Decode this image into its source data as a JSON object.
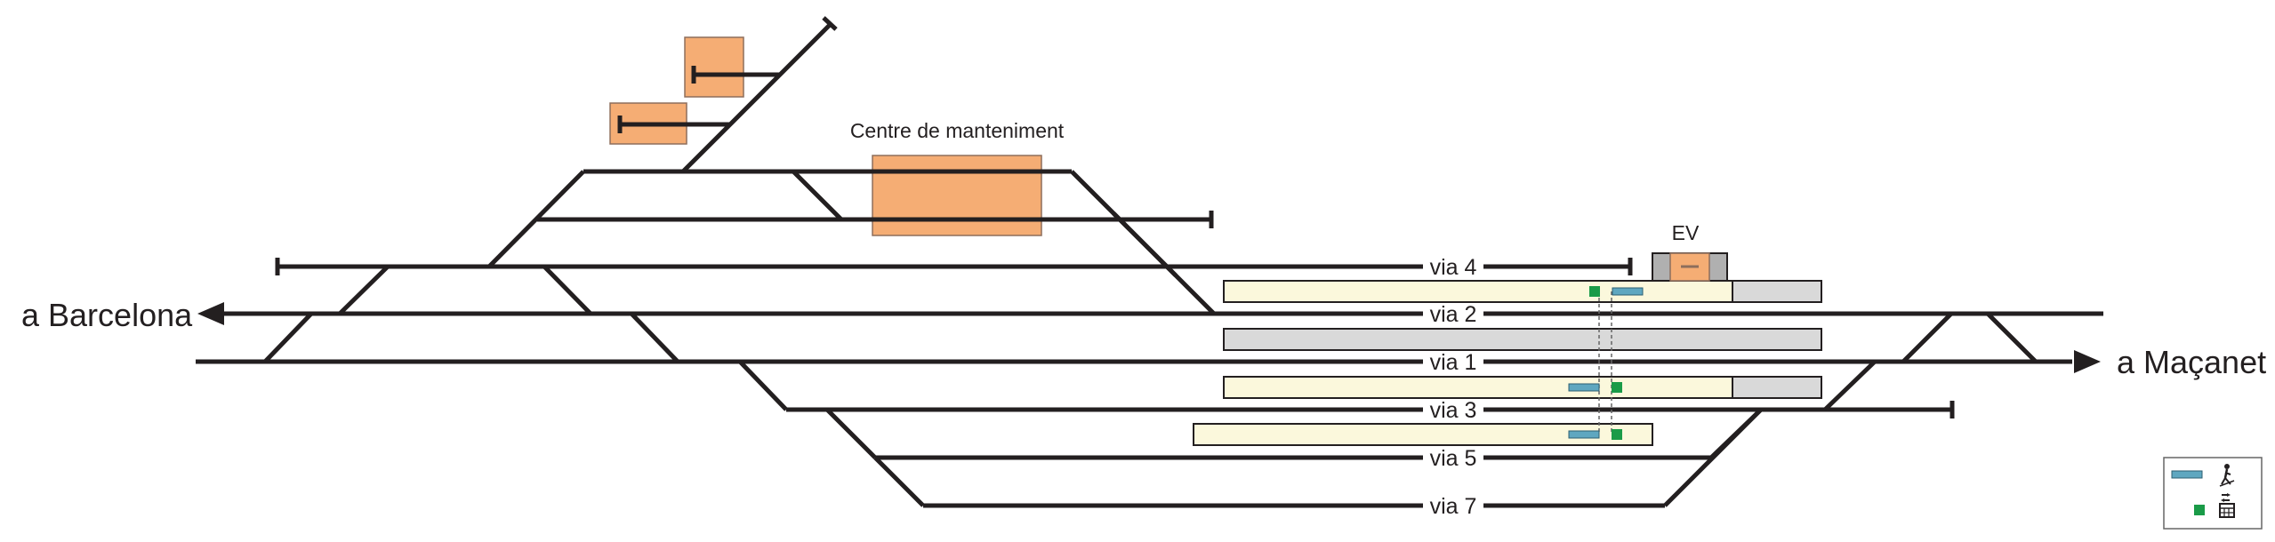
{
  "labels": {
    "maintenance_centre": "Centre de manteniment",
    "ev": "EV",
    "dest_left": "a Barcelona",
    "dest_right": "a Maçanet"
  },
  "tracks": [
    {
      "id": "via4",
      "label": "via 4"
    },
    {
      "id": "via2",
      "label": "via 2"
    },
    {
      "id": "via1",
      "label": "via 1"
    },
    {
      "id": "via3",
      "label": "via 3"
    },
    {
      "id": "via5",
      "label": "via 5"
    },
    {
      "id": "via7",
      "label": "via 7"
    }
  ],
  "legend": {
    "items": [
      {
        "symbol": "teal-bar",
        "icon": "pedestrian-escalator-icon"
      },
      {
        "symbol": "green-square",
        "icon": "ticket-machine-icon"
      }
    ]
  },
  "colors": {
    "track": "#231f20",
    "building": "#f5ad74",
    "platform_light": "#fbf8dc",
    "platform_grey": "#d9d9d9",
    "escalator": "#5fa7c0",
    "ticket_machine": "#1a9b48"
  }
}
